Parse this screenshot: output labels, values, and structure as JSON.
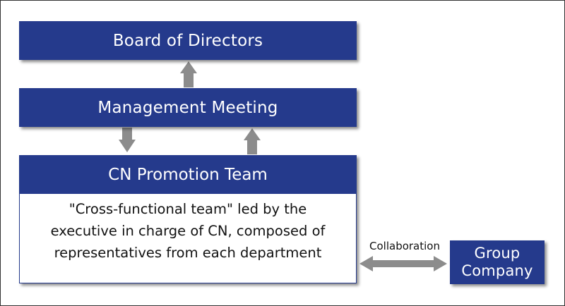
{
  "diagram": {
    "board": "Board of Directors",
    "management": "Management Meeting",
    "team_title": "CN Promotion Team",
    "team_description": [
      "\"Cross-functional team\" led by the",
      "executive in charge of CN, composed of",
      "representatives from each department"
    ],
    "collaboration_label": "Collaboration",
    "group_company": [
      "Group",
      "Company"
    ]
  },
  "colors": {
    "box_fill": "#253a8c",
    "arrow": "#8c8c8c",
    "text_on_box": "#ffffff"
  }
}
